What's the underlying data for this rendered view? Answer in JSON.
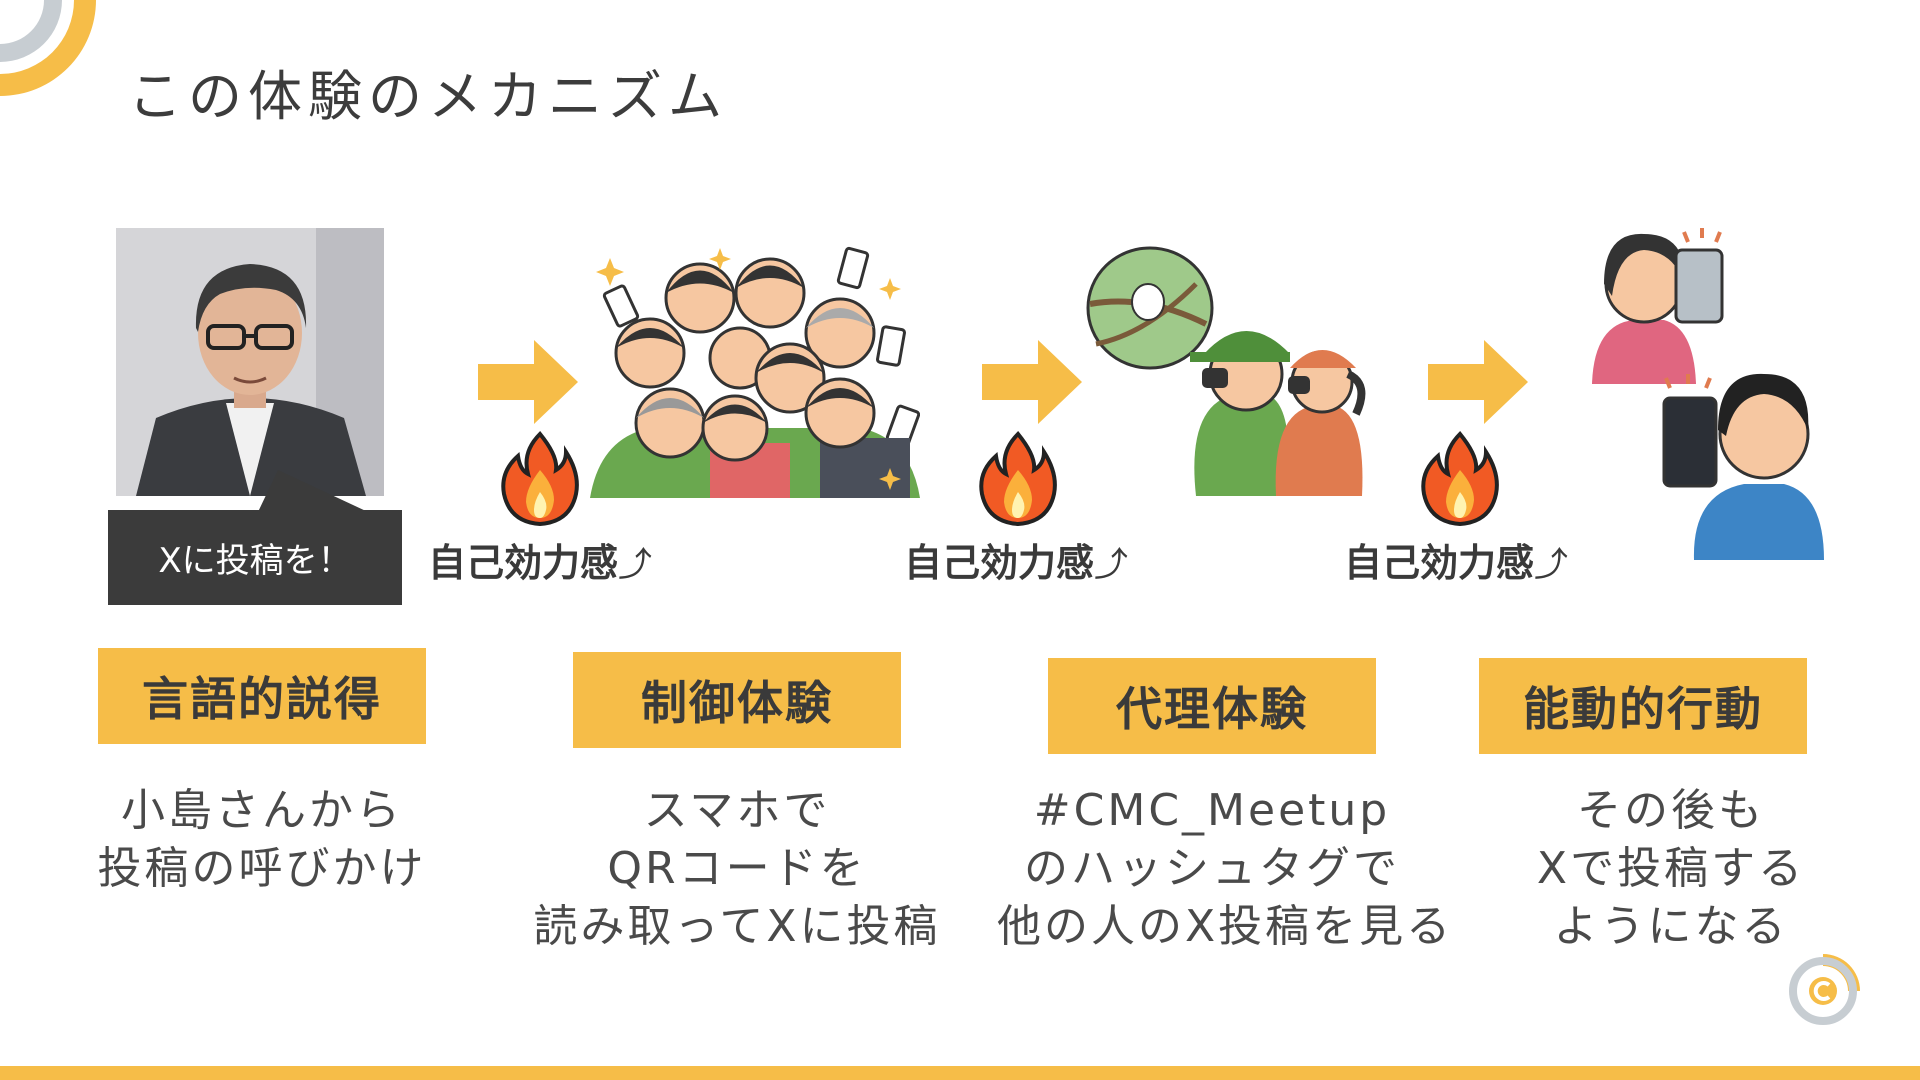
{
  "title": "この体験のメカニズム",
  "speech_bubble": "Xに投稿を！",
  "self_efficacy": {
    "text": "自己効力感",
    "arrow_glyph": "⤴"
  },
  "steps": [
    {
      "label": "言語的説得",
      "desc": [
        "小島さんから",
        "投稿の呼びかけ"
      ]
    },
    {
      "label": "制御体験",
      "desc": [
        "スマホで",
        "QRコードを",
        "読み取ってXに投稿"
      ]
    },
    {
      "label": "代理体験",
      "desc": [
        "#CMC_Meetup",
        "のハッシュタグで",
        "他の人のX投稿を見る"
      ]
    },
    {
      "label": "能動的行動",
      "desc": [
        "その後も",
        "Xで投稿する",
        "ようになる"
      ]
    }
  ],
  "colors": {
    "accent": "#f6bd48",
    "dark": "#3b3b3b",
    "text": "#3a3a3a",
    "logo_gray": "#c7cdd2"
  },
  "icons": [
    "fire-icon",
    "right-arrow-icon",
    "logo-icon"
  ]
}
